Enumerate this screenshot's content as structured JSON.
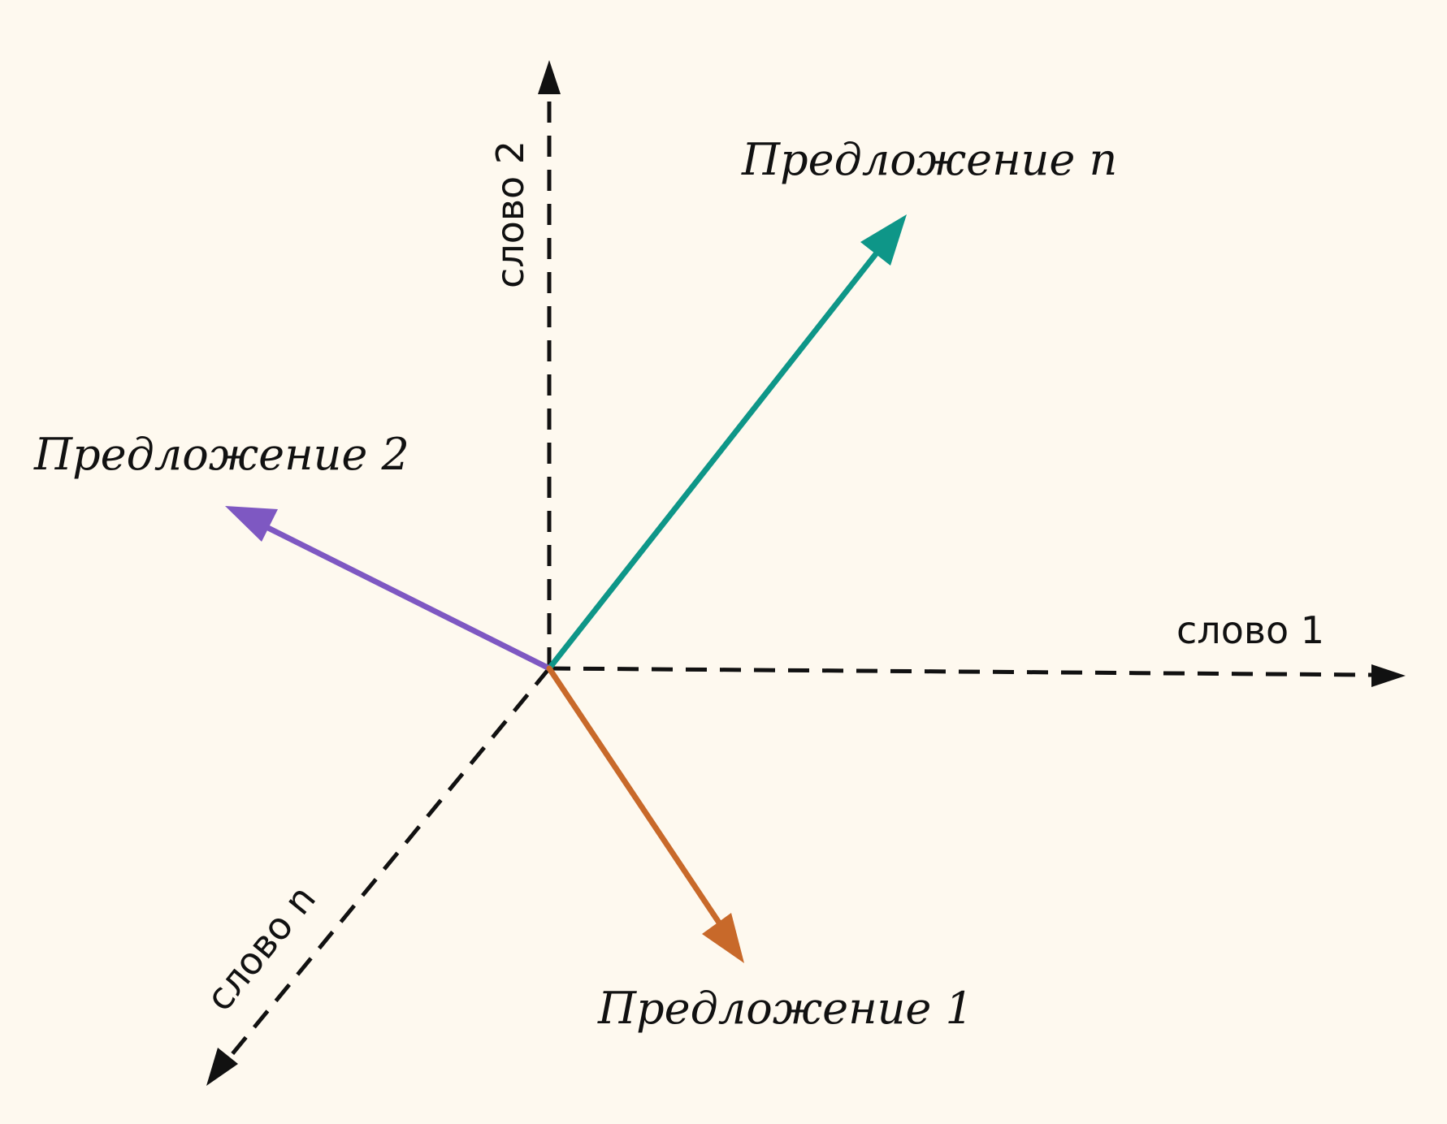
{
  "axes": {
    "word1": "слово 1",
    "word2": "слово 2",
    "wordn": "слово n"
  },
  "vectors": {
    "sentence_n": "Предложение n",
    "sentence_2": "Предложение 2",
    "sentence_1": "Предложение 1"
  },
  "colors": {
    "background": "#fef9ef",
    "axis": "#111111",
    "sentence_n": "#0e9688",
    "sentence_2": "#7e58c2",
    "sentence_1": "#c8692a"
  }
}
